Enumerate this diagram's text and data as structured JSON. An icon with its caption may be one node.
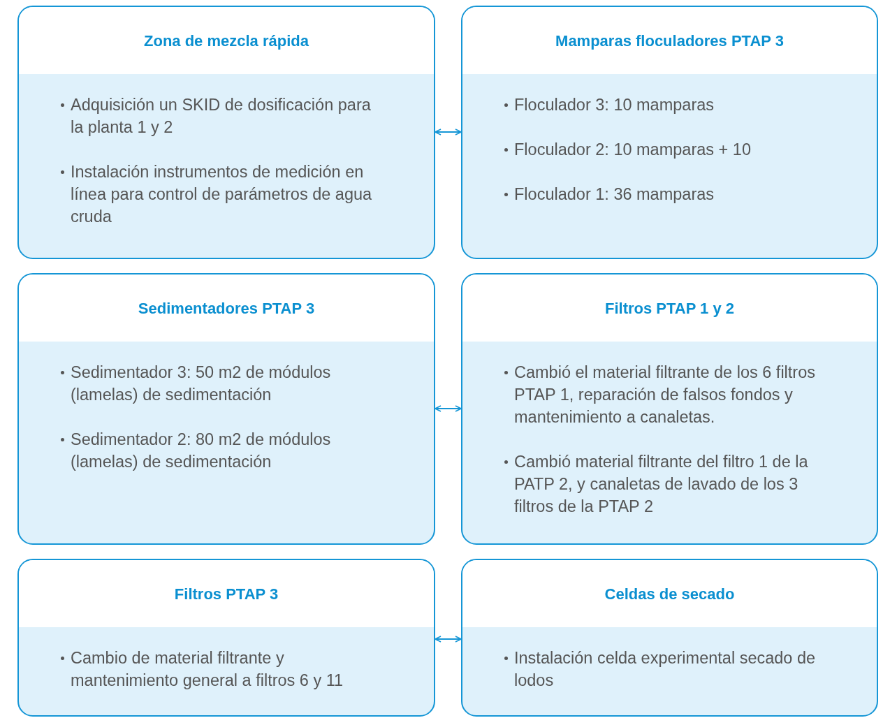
{
  "diagram": {
    "nodes": [
      {
        "text": [
          "Zona de mezcla rápida",
          "Adquisición un SKID de dosificación para la planta 1 y 2",
          "Instalación instrumentos de medición en línea para control de parámetros de agua cruda"
        ]
      },
      {
        "text": [
          "Mamparas floculadores PTAP 3",
          "Floculador 3: 10 mamparas",
          "Floculador 2: 10 mamparas + 10",
          "Floculador 1: 36 mamparas"
        ]
      },
      {
        "text": [
          "Sedimentadores PTAP 3",
          "Sedimentador 3: 50 m2 de módulos (lamelas) de sedimentación",
          "Sedimentador 2: 80 m2 de módulos (lamelas) de sedimentación"
        ]
      },
      {
        "text": [
          "Filtros PTAP 1 y 2",
          "Cambió el material filtrante de los 6 filtros PTAP 1, reparación de falsos fondos y mantenimiento a canaletas.",
          "Cambió material filtrante del filtro 1 de la PATP 2, y canaletas de lavado de los 3 filtros de la PTAP 2"
        ]
      },
      {
        "text": [
          "Filtros PTAP 3",
          "Cambio de material filtrante y mantenimiento general a filtros 6 y 11"
        ]
      },
      {
        "text": [
          "Celdas de secado",
          "Instalación celda experimental secado de lodos"
        ]
      }
    ],
    "edges": [
      {
        "from": 0,
        "to": 1,
        "arrow": "both"
      },
      {
        "from": 2,
        "to": 3,
        "arrow": "both"
      },
      {
        "from": 4,
        "to": 5,
        "arrow": "both"
      }
    ]
  }
}
